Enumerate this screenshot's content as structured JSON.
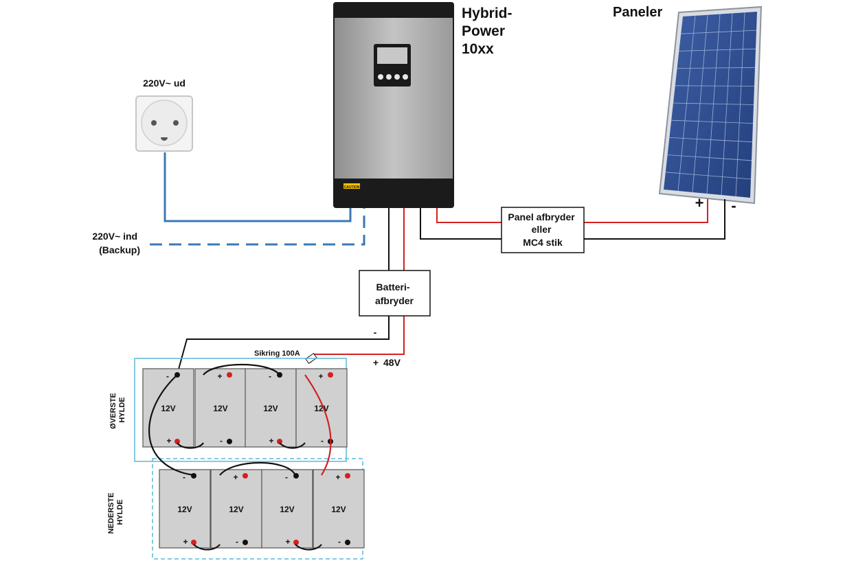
{
  "inverter": {
    "title_lines": [
      "Hybrid-",
      "Power",
      "10xx"
    ],
    "caution_label": "CAUTION"
  },
  "panels": {
    "title": "Paneler",
    "plus_label": "+",
    "minus_label": "-"
  },
  "outlet": {
    "label": "220V~ ud"
  },
  "backup_input": {
    "label_lines": [
      "220V~ ind",
      "(Backup)"
    ]
  },
  "panel_switch": {
    "label_lines": [
      "Panel afbryder",
      "eller",
      "MC4 stik"
    ]
  },
  "battery_switch": {
    "label_lines": [
      "Batteri-",
      "afbryder"
    ]
  },
  "dc_bus": {
    "minus_label": "-",
    "plus_label": "+",
    "voltage_label": "48V",
    "fuse_label": "Sikring 100A"
  },
  "shelves": {
    "top_label_lines": [
      "ØVERSTE",
      "HYLDE"
    ],
    "bottom_label_lines": [
      "NEDERSTE",
      "HYLDE"
    ]
  },
  "batteries": {
    "voltage_label": "12V",
    "plus_symbol": "+",
    "minus_symbol": "-",
    "top": [
      {
        "top_terminal": "-",
        "bottom_terminal": "+"
      },
      {
        "top_terminal": "+",
        "bottom_terminal": "-"
      },
      {
        "top_terminal": "-",
        "bottom_terminal": "+"
      },
      {
        "top_terminal": "+",
        "bottom_terminal": "-"
      }
    ],
    "bottom": [
      {
        "top_terminal": "-",
        "bottom_terminal": "+"
      },
      {
        "top_terminal": "+",
        "bottom_terminal": "-"
      },
      {
        "top_terminal": "-",
        "bottom_terminal": "+"
      },
      {
        "top_terminal": "+",
        "bottom_terminal": "-"
      }
    ]
  },
  "colors": {
    "ac_wire": "#3a78b5",
    "dc_positive": "#d42020",
    "dc_negative": "#111111",
    "shelf_border": "#5ab8d8",
    "battery_fill": "#d0d0d0",
    "inverter_body": "#a9a9a9",
    "panel_cell": "#2c4b8e"
  }
}
